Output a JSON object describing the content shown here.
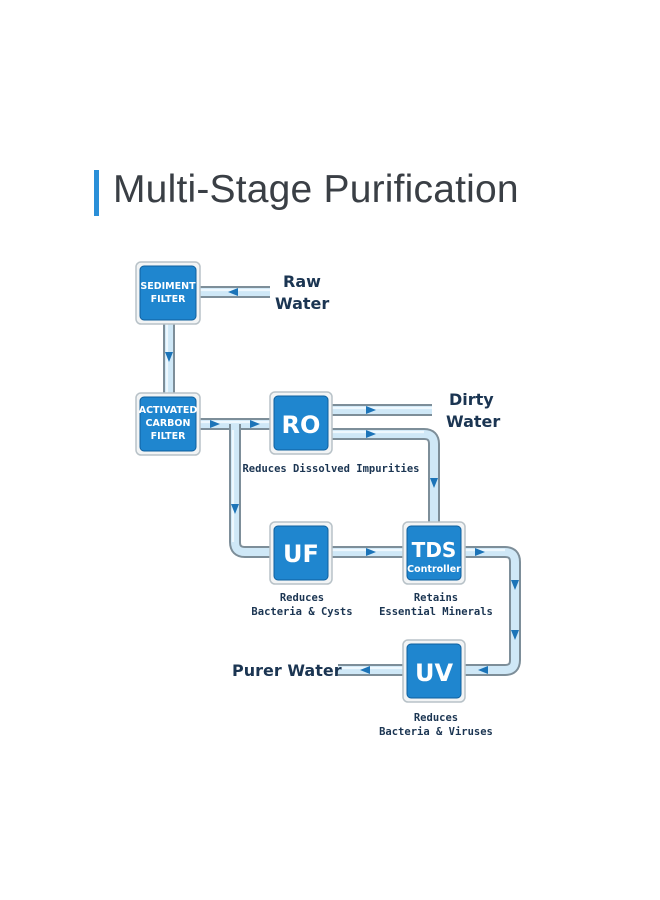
{
  "title": "Multi-Stage Purification",
  "colors": {
    "accent": "#2a8fd8",
    "stage_box": "#1f86cf",
    "pipe": "#cfe8f7",
    "text_dark": "#1b3552"
  },
  "stages": {
    "sediment": {
      "line1": "SEDIMENT",
      "line2": "FILTER"
    },
    "carbon": {
      "line1": "ACTIVATED",
      "line2": "CARBON",
      "line3": "FILTER"
    },
    "ro": {
      "label": "RO",
      "desc1": "Reduces Dissolved Impurities"
    },
    "uf": {
      "label": "UF",
      "desc1": "Reduces",
      "desc2": "Bacteria & Cysts"
    },
    "tds": {
      "label": "TDS",
      "sub": "Controller",
      "desc1": "Retains",
      "desc2": "Essential Minerals"
    },
    "uv": {
      "label": "UV",
      "desc1": "Reduces",
      "desc2": "Bacteria & Viruses"
    }
  },
  "flows": {
    "raw_water": {
      "line1": "Raw",
      "line2": "Water"
    },
    "dirty_water": {
      "line1": "Dirty",
      "line2": "Water"
    },
    "purer_water": "Purer Water"
  }
}
